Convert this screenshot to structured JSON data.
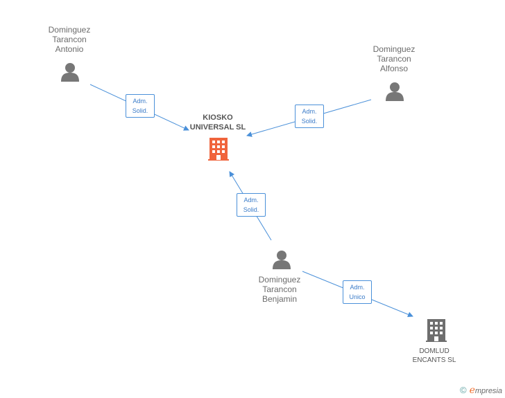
{
  "nodes": {
    "antonio": {
      "label": "Dominguez\nTarancon\nAntonio"
    },
    "alfonso": {
      "label": "Dominguez\nTarancon\nAlfonso"
    },
    "benjamin": {
      "label": "Dominguez\nTarancon\nBenjamin"
    },
    "kiosko": {
      "label": "KIOSKO\nUNIVERSAL SL"
    },
    "domlud": {
      "label": "DOMLUD\nENCANTS SL"
    }
  },
  "edges": {
    "antonio_kiosko": {
      "label": "Adm.\nSolid."
    },
    "alfonso_kiosko": {
      "label": "Adm.\nSolid."
    },
    "benjamin_kiosko": {
      "label": "Adm.\nSolid."
    },
    "benjamin_domlud": {
      "label": "Adm.\nUnico"
    }
  },
  "colors": {
    "edge": "#4a90d9",
    "person": "#777777",
    "main_company": "#f0643c",
    "company": "#6e6e6e"
  },
  "brand": {
    "copyright": "©",
    "e": "e",
    "rest": "mpresia"
  }
}
